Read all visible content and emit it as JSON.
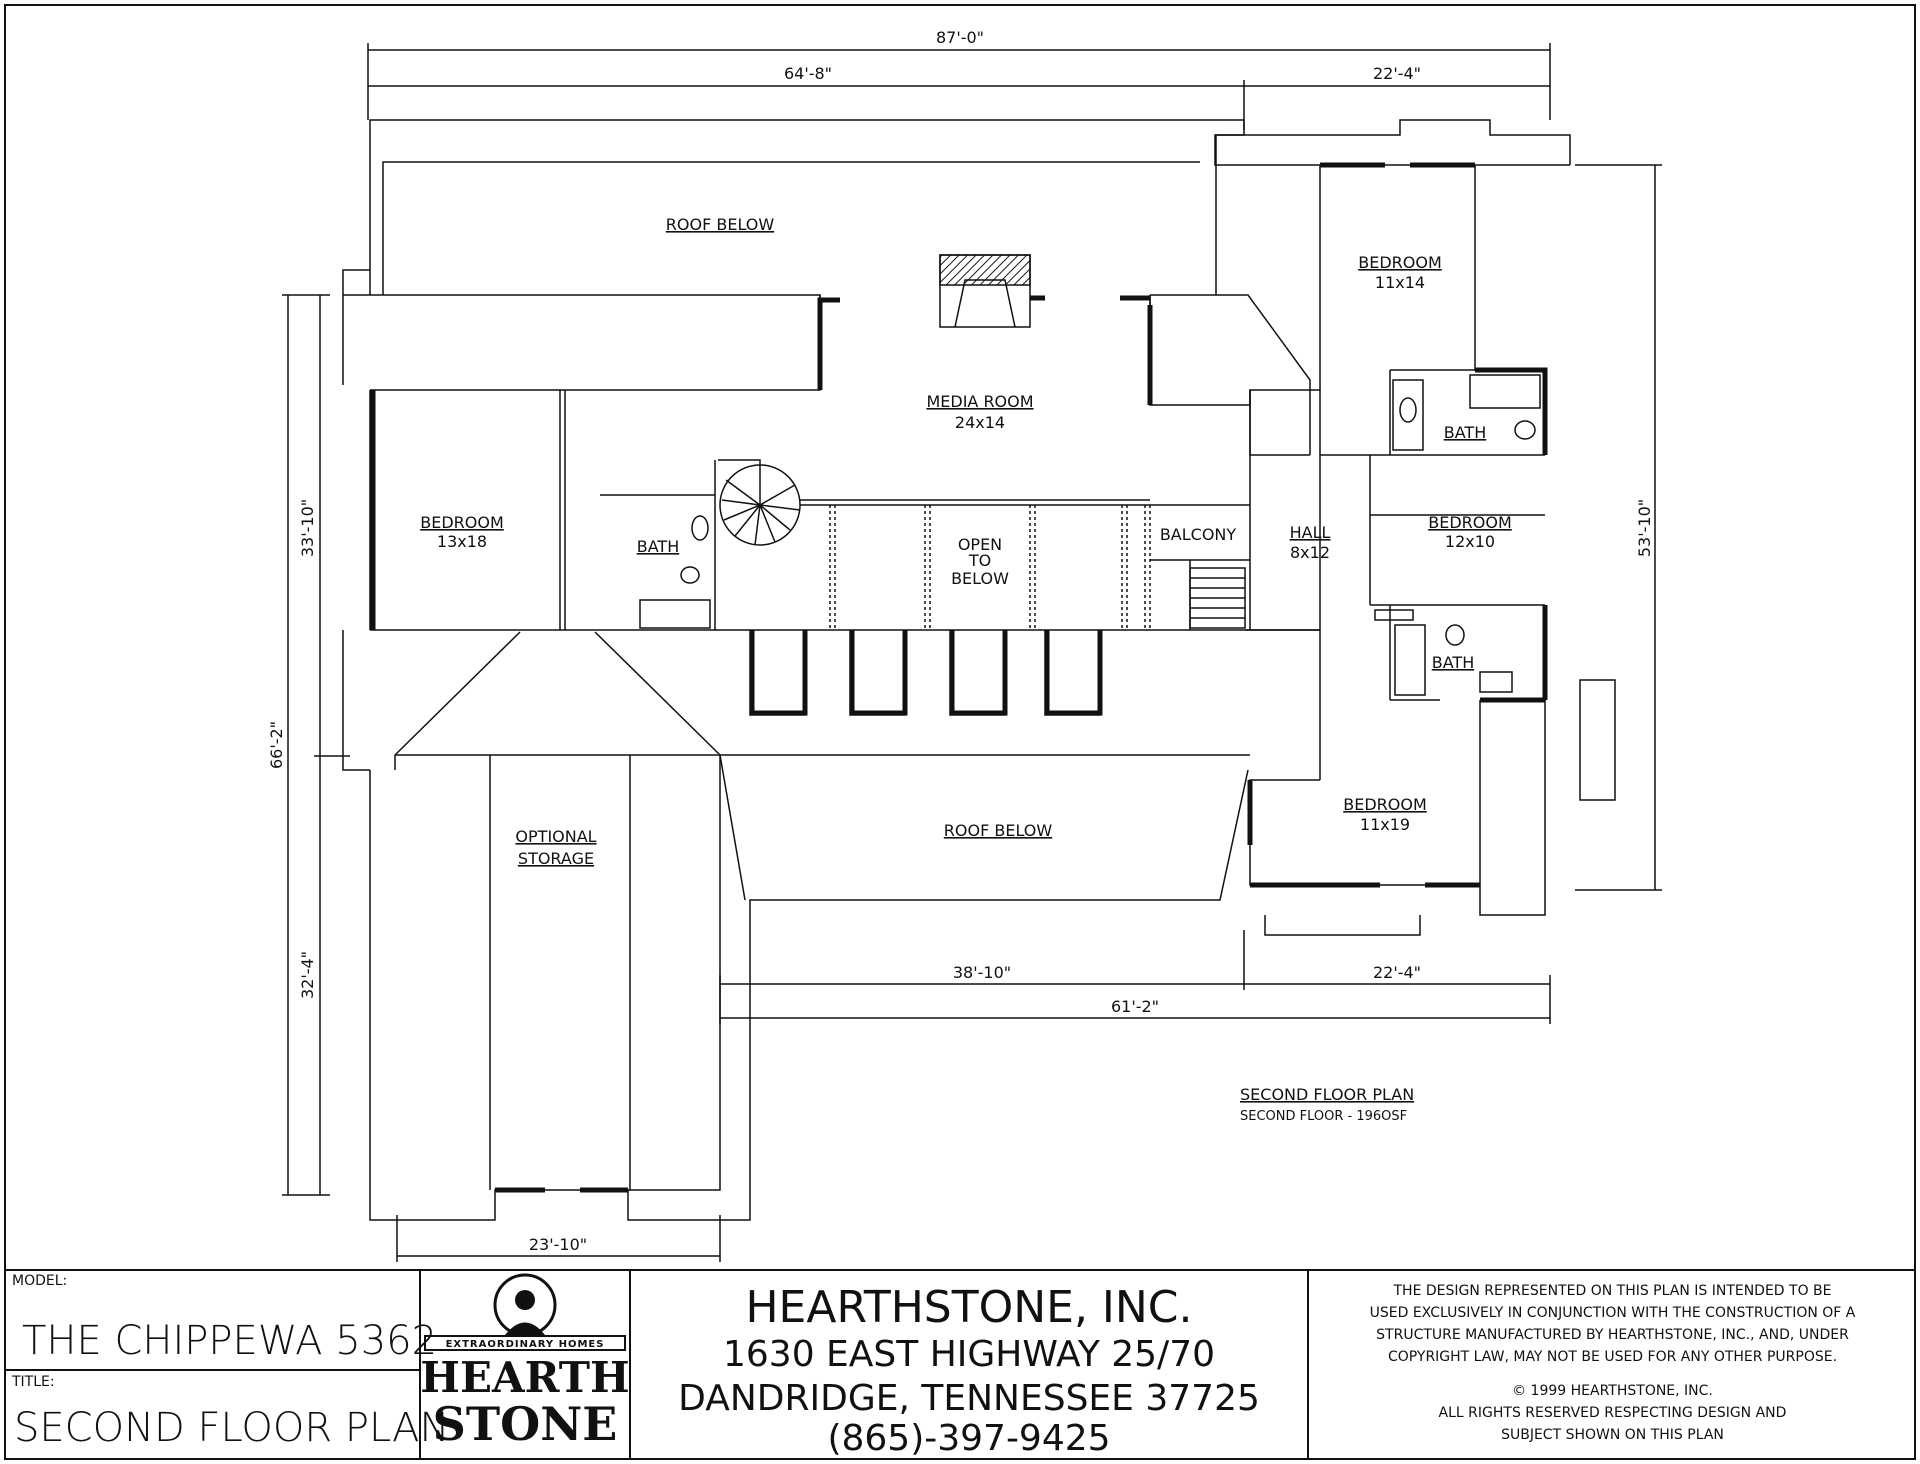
{
  "rooms": {
    "roof_below_top": "ROOF BELOW",
    "media_room": "MEDIA ROOM",
    "media_room_size": "24x14",
    "bedroom_left": "BEDROOM",
    "bedroom_left_size": "13x18",
    "bath_left": "BATH",
    "open_to_below": [
      "OPEN",
      "TO",
      "BELOW"
    ],
    "balcony": "BALCONY",
    "hall": "HALL",
    "hall_size": "8x12",
    "bedroom_top_right": "BEDROOM",
    "bedroom_top_right_size": "11x14",
    "bath_top_right": "BATH",
    "bedroom_mid_right": "BEDROOM",
    "bedroom_mid_right_size": "12x10",
    "bath_lower_right": "BATH",
    "bedroom_bottom_right": "BEDROOM",
    "bedroom_bottom_right_size": "11x19",
    "optional_storage": [
      "OPTIONAL",
      "STORAGE"
    ],
    "roof_below_bottom": "ROOF BELOW"
  },
  "dimensions": {
    "overall_width": "87'-0\"",
    "top_left_width": "64'-8\"",
    "top_right_width": "22'-4\"",
    "left_upper_height": "33'-10\"",
    "left_overall_height": "66'-2\"",
    "left_lower_height": "32'-4\"",
    "right_height": "53'-10\"",
    "bottom_mid_width": "38'-10\"",
    "bottom_right_width": "22'-4\"",
    "bottom_overall_width": "61'-2\"",
    "garage_width": "23'-10\""
  },
  "plan_caption": {
    "title": "SECOND FLOOR PLAN",
    "subtitle": "SECOND FLOOR -  196OSF"
  },
  "title_block": {
    "model_label": "MODEL:",
    "model_value": "THE CHIPPEWA 5362",
    "title_label": "TITLE:",
    "title_value": "SECOND FLOOR PLAN",
    "logo_top": "EXTRAORDINARY HOMES",
    "logo_line1": "HEARTH",
    "logo_line2": "STONE",
    "company": "HEARTHSTONE, INC.",
    "address1": "1630 EAST HIGHWAY 25/70",
    "address2": "DANDRIDGE, TENNESSEE  37725",
    "phone": "(865)-397-9425",
    "notice": [
      "THE DESIGN REPRESENTED ON THIS PLAN IS INTENDED TO BE",
      "USED EXCLUSIVELY IN CONJUNCTION WITH THE CONSTRUCTION OF A",
      "STRUCTURE MANUFACTURED BY HEARTHSTONE, INC., AND, UNDER",
      "COPYRIGHT LAW, MAY NOT BE USED FOR ANY OTHER PURPOSE."
    ],
    "copyright": "©  1999 HEARTHSTONE, INC.",
    "rights": [
      "ALL RIGHTS RESERVED RESPECTING DESIGN AND",
      "SUBJECT SHOWN ON THIS PLAN"
    ]
  }
}
